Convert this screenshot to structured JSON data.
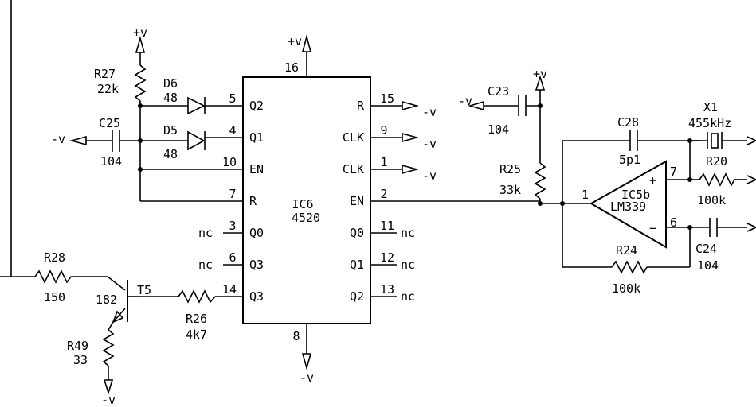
{
  "ic6": {
    "name": "IC6",
    "part": "4520",
    "top_pin": "16",
    "bottom_pin": "8",
    "left_pins": [
      {
        "num": "5",
        "label": "Q2"
      },
      {
        "num": "4",
        "label": "Q1"
      },
      {
        "num": "10",
        "label": "EN"
      },
      {
        "num": "7",
        "label": "R"
      },
      {
        "num": "3",
        "label": "Q0"
      },
      {
        "num": "6",
        "label": "Q3"
      },
      {
        "num": "14",
        "label": "Q3"
      }
    ],
    "right_pins": [
      {
        "num": "15",
        "label": "R"
      },
      {
        "num": "9",
        "label": "CLK"
      },
      {
        "num": "1",
        "label": "CLK"
      },
      {
        "num": "2",
        "label": "EN"
      },
      {
        "num": "11",
        "label": "Q0"
      },
      {
        "num": "12",
        "label": "Q1"
      },
      {
        "num": "13",
        "label": "Q2"
      }
    ],
    "nc": "nc"
  },
  "supply": {
    "pos": "+v",
    "neg": "-v"
  },
  "components": {
    "r27": {
      "ref": "R27",
      "value": "22k"
    },
    "d6": {
      "ref": "D6",
      "value": "48"
    },
    "d5": {
      "ref": "D5",
      "value": "48"
    },
    "c25": {
      "ref": "C25",
      "value": "104"
    },
    "r28": {
      "ref": "R28",
      "value": "150"
    },
    "t5": {
      "ref": "T5",
      "value": "182"
    },
    "r26": {
      "ref": "R26",
      "value": "4k7"
    },
    "r49": {
      "ref": "R49",
      "value": "33"
    },
    "c23": {
      "ref": "C23",
      "value": "104"
    },
    "r25": {
      "ref": "R25",
      "value": "33k"
    },
    "c28": {
      "ref": "C28",
      "value": "5p1"
    },
    "ic5b": {
      "ref": "IC5b",
      "part": "LM339",
      "pin_out": "1",
      "pin_plus": "7",
      "pin_minus": "6",
      "plus": "+",
      "minus": "−"
    },
    "r24": {
      "ref": "R24",
      "value": "100k"
    },
    "x1": {
      "ref": "X1",
      "value": "455kHz"
    },
    "r20": {
      "ref": "R20",
      "value": "100k"
    },
    "c24": {
      "ref": "C24",
      "value": "104"
    }
  }
}
